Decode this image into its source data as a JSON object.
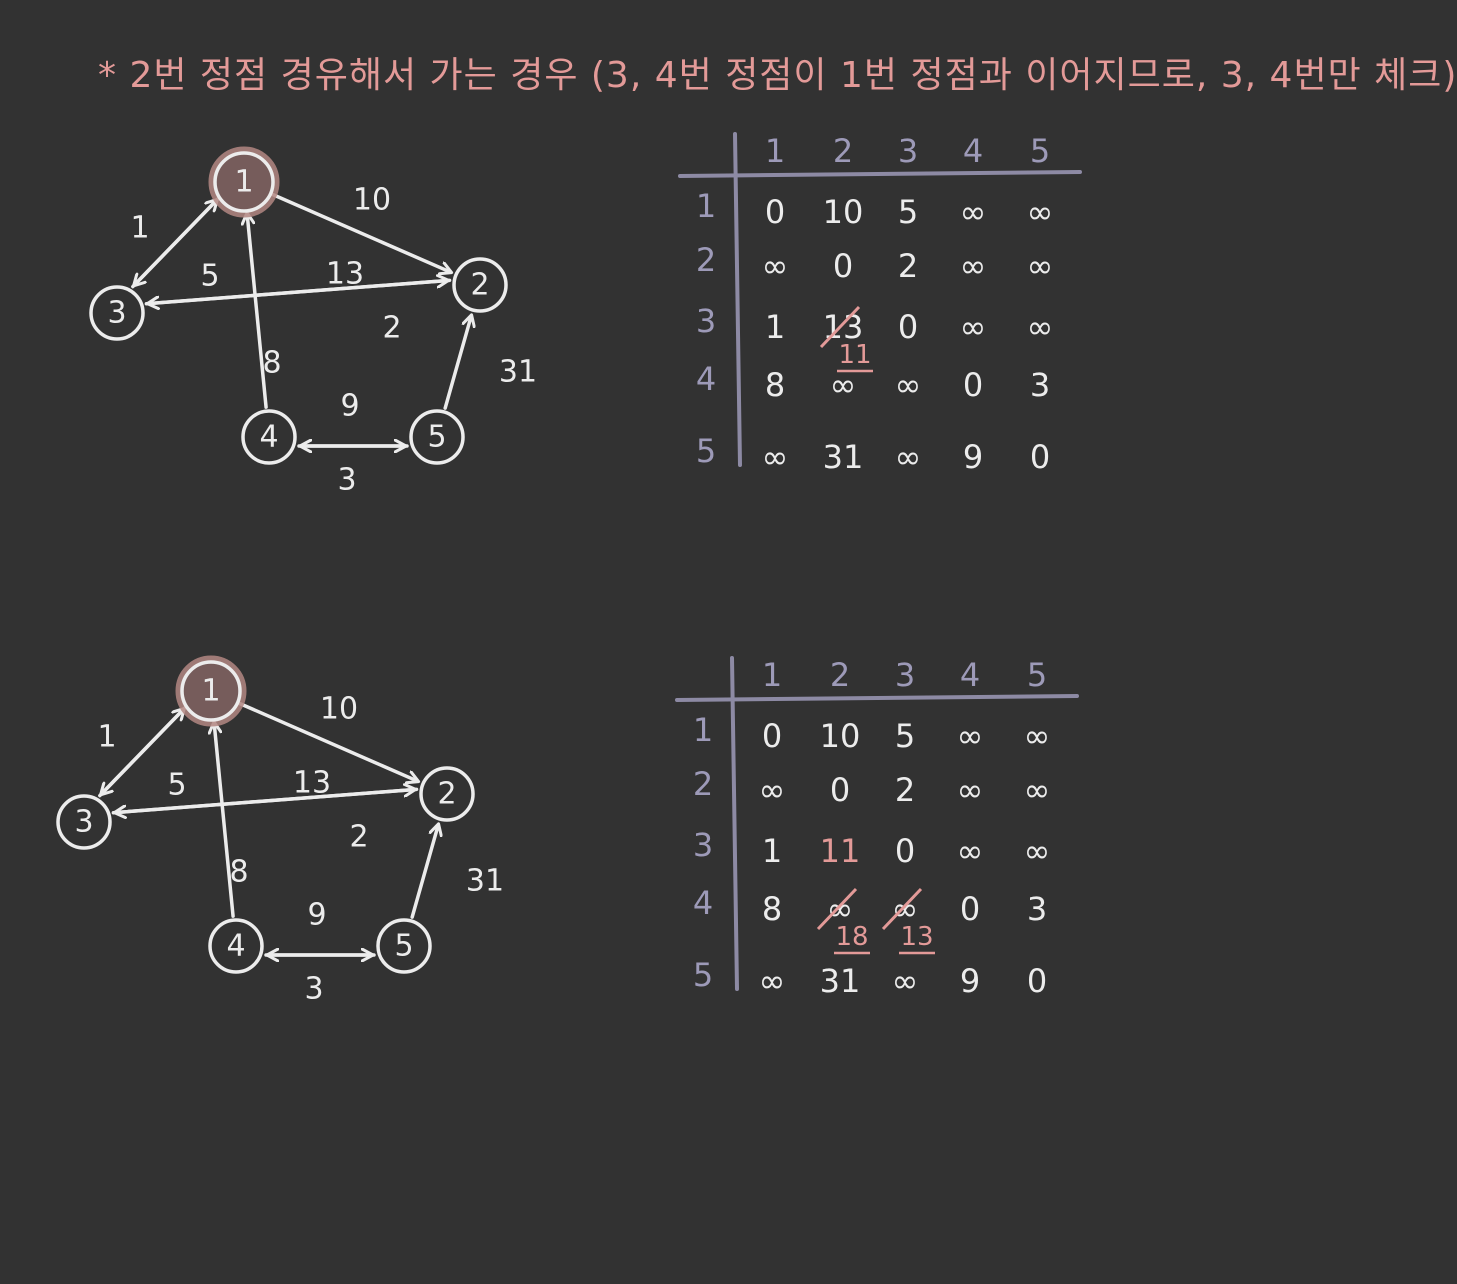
{
  "title": "* 2번 정점 경유해서 가는 경우 (3, 4번 정점이 1번 정점과 이어지므로, 3, 4번만 체크)",
  "colors": {
    "background": "#323232",
    "ink": "#ececec",
    "accent": "#e39a98",
    "grid": "#8d8aa4",
    "highlight_node": "#765c5b"
  },
  "graph": {
    "nodes": [
      "1",
      "2",
      "3",
      "4",
      "5"
    ],
    "highlighted_node": "1",
    "edge_labels": {
      "e12": "10",
      "e31": "1",
      "e13": "5",
      "e32": "13",
      "e23": "2",
      "e41": "8",
      "e54": "9",
      "e45": "3",
      "e52": "31"
    }
  },
  "panels": [
    {
      "headers": [
        "1",
        "2",
        "3",
        "4",
        "5"
      ],
      "rows": [
        [
          "0",
          "10",
          "5",
          "∞",
          "∞"
        ],
        [
          "∞",
          "0",
          "2",
          "∞",
          "∞"
        ],
        [
          "1",
          "13",
          "0",
          "∞",
          "∞"
        ],
        [
          "8",
          "∞",
          "∞",
          "0",
          "3"
        ],
        [
          "∞",
          "31",
          "∞",
          "9",
          "0"
        ]
      ],
      "updates": [
        {
          "row": 3,
          "col": 2,
          "old": "13",
          "new": "11"
        }
      ]
    },
    {
      "headers": [
        "1",
        "2",
        "3",
        "4",
        "5"
      ],
      "rows": [
        [
          "0",
          "10",
          "5",
          "∞",
          "∞"
        ],
        [
          "∞",
          "0",
          "2",
          "∞",
          "∞"
        ],
        [
          "1",
          "11",
          "0",
          "∞",
          "∞"
        ],
        [
          "8",
          "∞",
          "∞",
          "0",
          "3"
        ],
        [
          "∞",
          "31",
          "∞",
          "9",
          "0"
        ]
      ],
      "updates": [
        {
          "row": 4,
          "col": 2,
          "old": "∞",
          "new": "18"
        },
        {
          "row": 4,
          "col": 3,
          "old": "∞",
          "new": "13"
        }
      ],
      "highlight_cells": [
        {
          "row": 3,
          "col": 2
        }
      ]
    }
  ]
}
